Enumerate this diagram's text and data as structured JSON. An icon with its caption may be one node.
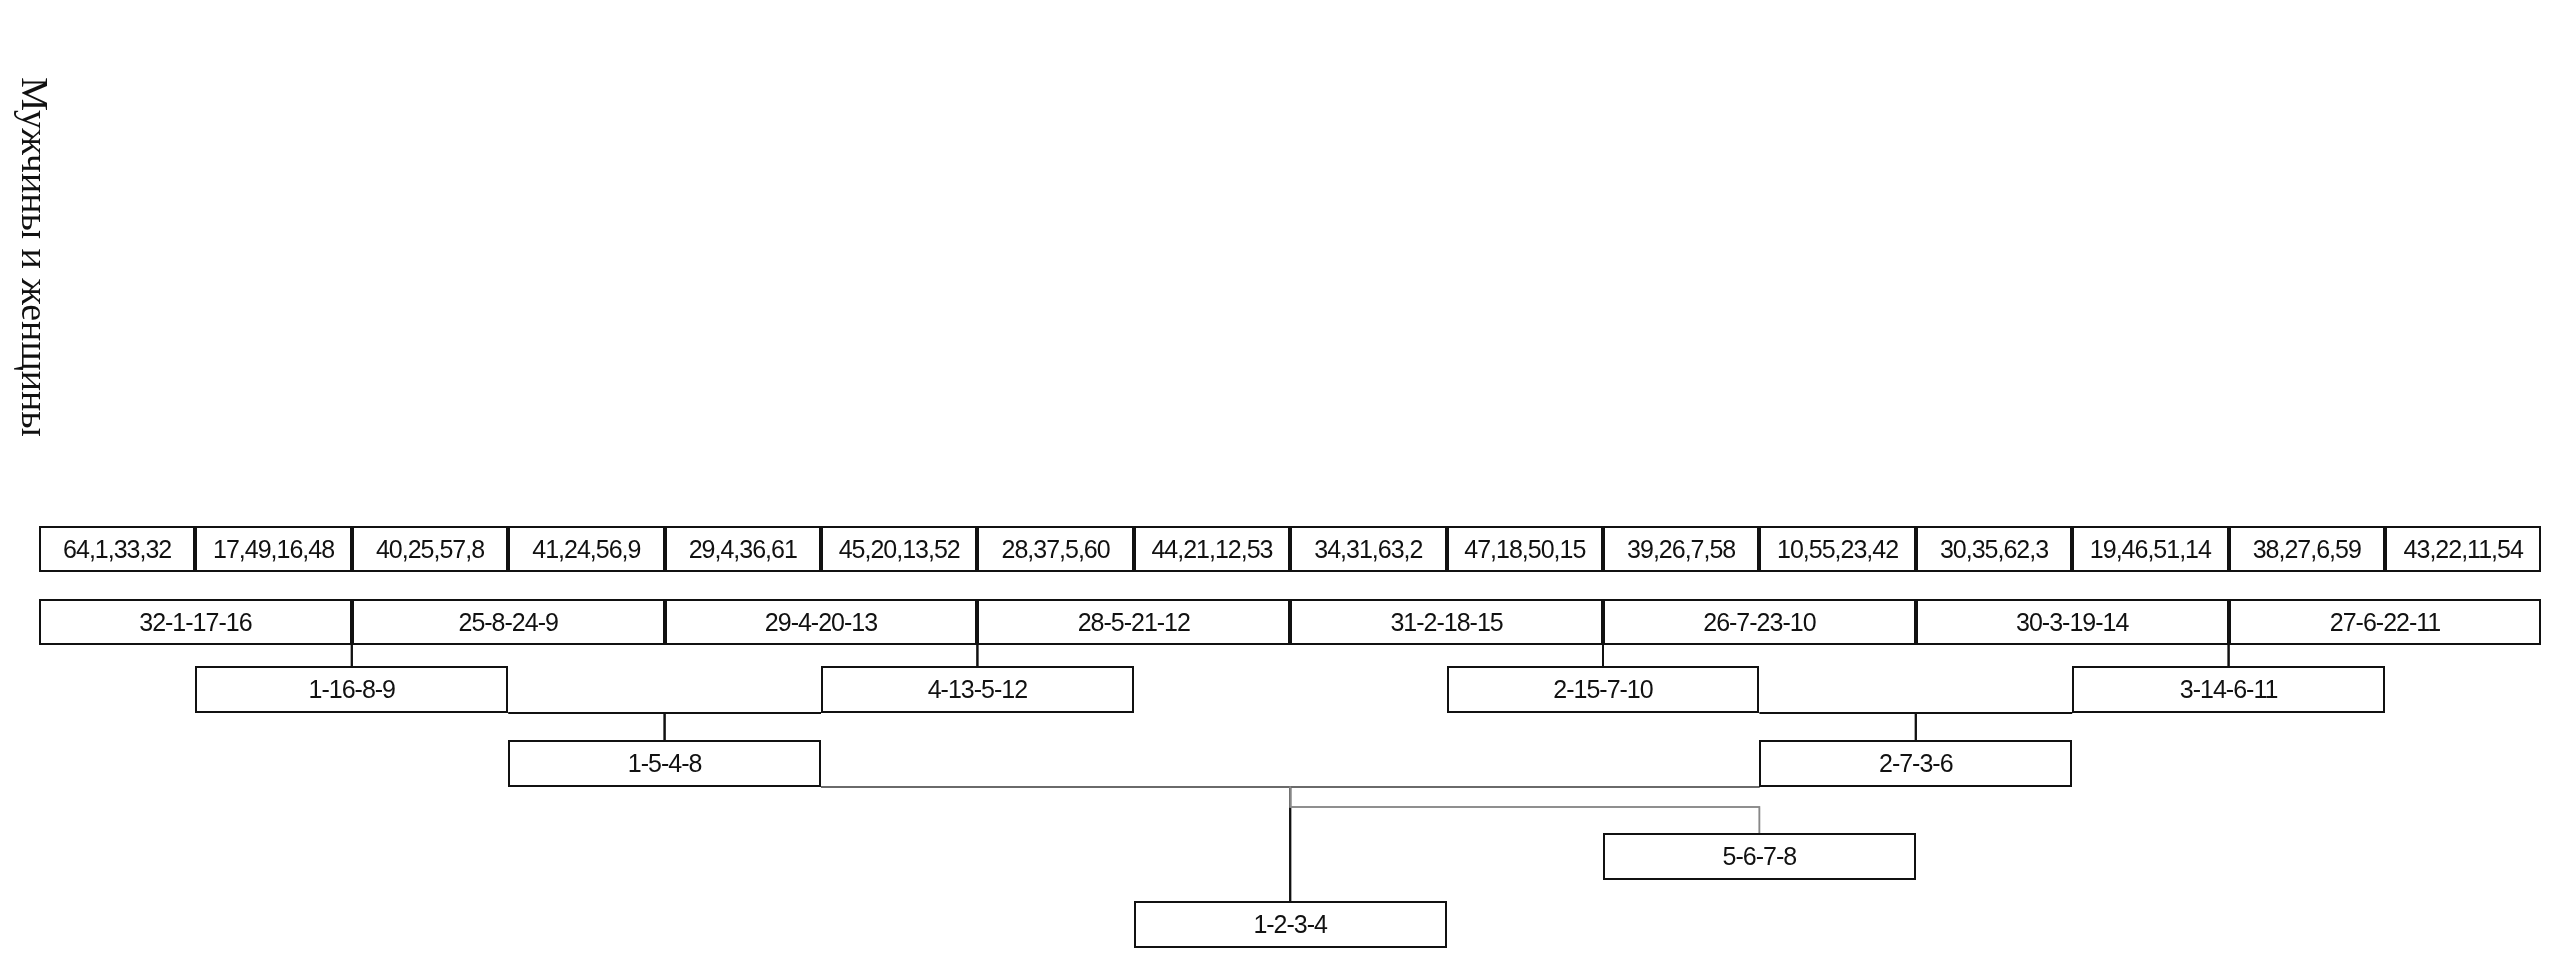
{
  "diagram": {
    "nodes": [
      {
        "text": [
          "64,1,33,32"
        ]
      },
      {
        "text": [
          "17,49,16,48"
        ]
      },
      {
        "text": [
          "40,25,57,8"
        ]
      },
      {
        "text": [
          "41,24,56,9"
        ]
      },
      {
        "text": [
          "29,4,36,61"
        ]
      },
      {
        "text": [
          "45,20,13,52"
        ]
      },
      {
        "text": [
          "28,37,5,60"
        ]
      },
      {
        "text": [
          "44,21,12,53"
        ]
      },
      {
        "text": [
          "34,31,63,2"
        ]
      },
      {
        "text": [
          "47,18,50,15"
        ]
      },
      {
        "text": [
          "39,26,7,58"
        ]
      },
      {
        "text": [
          "10,55,23,42"
        ]
      },
      {
        "text": [
          "30,35,62,3"
        ]
      },
      {
        "text": [
          "19,46,51,14"
        ]
      },
      {
        "text": [
          "38,27,6,59"
        ]
      },
      {
        "text": [
          "43,22,11,54"
        ]
      },
      {
        "text": [
          "32-1-17-16"
        ]
      },
      {
        "text": [
          "25-8-24-9"
        ]
      },
      {
        "text": [
          "29-4-20-13"
        ]
      },
      {
        "text": [
          "28-5-21-12"
        ]
      },
      {
        "text": [
          "31-2-18-15"
        ]
      },
      {
        "text": [
          "26-7-23-10"
        ]
      },
      {
        "text": [
          "30-3-19-14"
        ]
      },
      {
        "text": [
          "27-6-22-11"
        ]
      },
      {
        "text": [
          "1-16-8-9"
        ]
      },
      {
        "text": [
          "4-13-5-12"
        ]
      },
      {
        "text": [
          "2-15-7-10"
        ]
      },
      {
        "text": [
          "3-14-6-11"
        ]
      },
      {
        "text": [
          "1-5-4-8"
        ]
      },
      {
        "text": [
          "2-7-3-6"
        ]
      },
      {
        "text": [
          "5-6-7-8"
        ]
      },
      {
        "text": [
          "1-2-3-4"
        ]
      }
    ],
    "edges": [
      {
        "from": 16,
        "to": 24,
        "arrow": "none"
      },
      {
        "from": 17,
        "to": 24,
        "arrow": "none"
      },
      {
        "from": 18,
        "to": 25,
        "arrow": "none"
      },
      {
        "from": 19,
        "to": 25,
        "arrow": "none"
      },
      {
        "from": 20,
        "to": 26,
        "arrow": "none"
      },
      {
        "from": 21,
        "to": 26,
        "arrow": "none"
      },
      {
        "from": 22,
        "to": 27,
        "arrow": "none"
      },
      {
        "from": 23,
        "to": 27,
        "arrow": "none"
      },
      {
        "from": 24,
        "to": 28,
        "arrow": "none"
      },
      {
        "from": 25,
        "to": 28,
        "arrow": "none"
      },
      {
        "from": 26,
        "to": 29,
        "arrow": "none"
      },
      {
        "from": 27,
        "to": 29,
        "arrow": "none"
      },
      {
        "from": 28,
        "to": 31,
        "arrow": "none"
      },
      {
        "from": 29,
        "to": 31,
        "arrow": "none"
      },
      {
        "from": 28,
        "to": 30,
        "arrow": "none",
        "color": "#888888"
      },
      {
        "from": 29,
        "to": 30,
        "arrow": "none",
        "color": "#888888"
      }
    ],
    "labels": [
      "Мужчины и женщины"
    ]
  }
}
